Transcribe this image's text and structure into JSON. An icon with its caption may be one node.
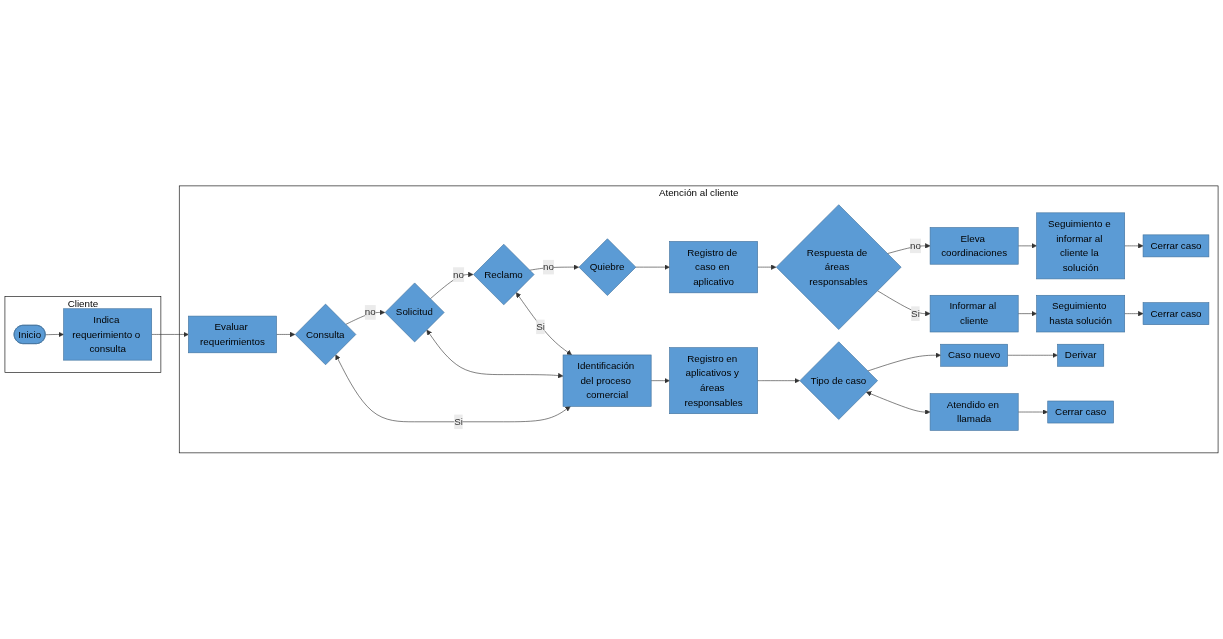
{
  "diagram": {
    "nodes": [
      {
        "text": [
          "Cliente"
        ]
      },
      {
        "text": [
          "Atención al cliente"
        ]
      },
      {
        "text": [
          "Inicio"
        ],
        "in": 0
      },
      {
        "text": [
          "Indica requerimiento o consulta"
        ],
        "in": 0
      },
      {
        "text": [
          "Evaluar requerimientos"
        ],
        "in": 1
      },
      {
        "text": [
          "Consulta"
        ],
        "in": 1
      },
      {
        "text": [
          "Solicitud"
        ],
        "in": 1
      },
      {
        "text": [
          "Reclamo"
        ],
        "in": 1
      },
      {
        "text": [
          "Quiebre"
        ],
        "in": 1
      },
      {
        "text": [
          "Identificación del proceso comercial"
        ],
        "in": 1
      },
      {
        "text": [
          "Registro en aplicativos y áreas responsables"
        ],
        "in": 1
      },
      {
        "text": [
          "Registro de caso en aplicativo"
        ],
        "in": 1
      },
      {
        "text": [
          "Respuesta de áreas responsables"
        ],
        "in": 1
      },
      {
        "text": [
          "Eleva coordinaciones"
        ],
        "in": 1
      },
      {
        "text": [
          "Tipo de caso"
        ],
        "in": 1
      },
      {
        "text": [
          "Informar al cliente"
        ],
        "in": 1
      },
      {
        "text": [
          "Seguimiento e informar al cliente la solución"
        ],
        "in": 1
      },
      {
        "text": [
          "Caso nuevo"
        ],
        "in": 1
      },
      {
        "text": [
          "Atendido en llamada"
        ],
        "in": 1
      },
      {
        "text": [
          "Seguimiento hasta solución"
        ],
        "in": 1
      },
      {
        "text": [
          "Derivar"
        ],
        "in": 1
      },
      {
        "text": [
          "Cerrar caso"
        ],
        "in": 1
      },
      {
        "text": [
          "Cerrar caso"
        ],
        "in": 1
      },
      {
        "text": [
          "Cerrar caso"
        ],
        "in": 1
      }
    ],
    "edges": [
      {
        "from": 2,
        "to": 3,
        "arrow": "to"
      },
      {
        "from": 3,
        "to": 4,
        "arrow": "to"
      },
      {
        "from": 4,
        "to": 5,
        "arrow": "to"
      },
      {
        "from": 5,
        "to": 6,
        "arrow": "to",
        "label": "no"
      },
      {
        "from": 6,
        "to": 7,
        "arrow": "to",
        "label": "no"
      },
      {
        "from": 7,
        "to": 8,
        "arrow": "to",
        "label": "no"
      },
      {
        "from": 5,
        "to": 9,
        "arrow": "both",
        "label": "Si"
      },
      {
        "from": 6,
        "to": 9,
        "arrow": "both"
      },
      {
        "from": 7,
        "to": 9,
        "arrow": "both",
        "label": "Si"
      },
      {
        "from": 8,
        "to": 11,
        "arrow": "to"
      },
      {
        "from": 9,
        "to": 10,
        "arrow": "to"
      },
      {
        "from": 10,
        "to": 14,
        "arrow": "to"
      },
      {
        "from": 11,
        "to": 12,
        "arrow": "to"
      },
      {
        "from": 12,
        "to": 13,
        "arrow": "to",
        "label": "no"
      },
      {
        "from": 12,
        "to": 15,
        "arrow": "to",
        "label": "Si"
      },
      {
        "from": 13,
        "to": 16,
        "arrow": "to"
      },
      {
        "from": 14,
        "to": 17,
        "arrow": "to"
      },
      {
        "from": 14,
        "to": 18,
        "arrow": "both"
      },
      {
        "from": 17,
        "to": 20,
        "arrow": "to"
      },
      {
        "from": 18,
        "to": 21,
        "arrow": "to"
      },
      {
        "from": 15,
        "to": 19,
        "arrow": "to"
      },
      {
        "from": 19,
        "to": 22,
        "arrow": "to"
      },
      {
        "from": 16,
        "to": 23,
        "arrow": "to"
      }
    ]
  }
}
